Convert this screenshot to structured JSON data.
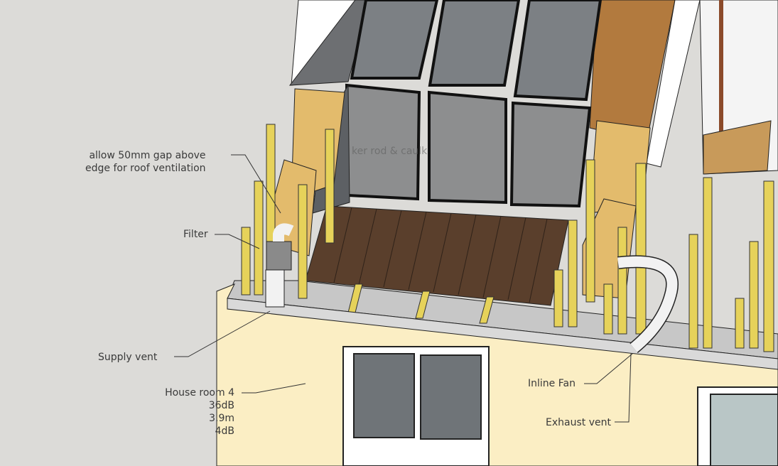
{
  "annotations": {
    "roof_gap": [
      "allow 50mm gap above",
      "edge for roof ventilation"
    ],
    "filter": "Filter",
    "supply_vent": "Supply vent",
    "house_room": [
      "House room 4",
      "36dB",
      "3.9m",
      "4dB"
    ],
    "inline_fan": "Inline Fan",
    "exhaust_vent": "Exhaust vent",
    "hidden_note": "ker rod & caulk"
  },
  "colors": {
    "background": "#dcdbd8",
    "wall": "#fbeec4",
    "timber": "#e6d25a",
    "insulation": "#e3bb6c",
    "deck": "#5a3f2c",
    "duct": "#f2f2f2",
    "glass": "#6f7478"
  }
}
